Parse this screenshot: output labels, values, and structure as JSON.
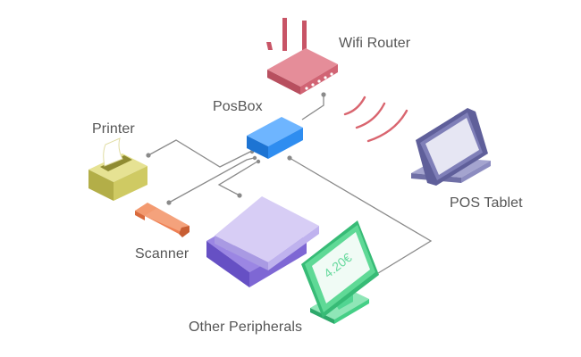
{
  "labels": {
    "router": "Wifi Router",
    "posbox": "PosBox",
    "printer": "Printer",
    "tablet": "POS Tablet",
    "scanner": "Scanner",
    "other": "Other Peripherals"
  },
  "display": {
    "price": "4.20€"
  },
  "colors": {
    "router": "#d46a7a",
    "posbox": "#2f8df0",
    "printer": "#cfca63",
    "tablet": "#7f7fb8",
    "scanner": "#e5774a",
    "scale": "#8e78d8",
    "customer_display": "#45cf86",
    "wifi_waves": "#d9656f",
    "connector": "#8a8a8a"
  }
}
